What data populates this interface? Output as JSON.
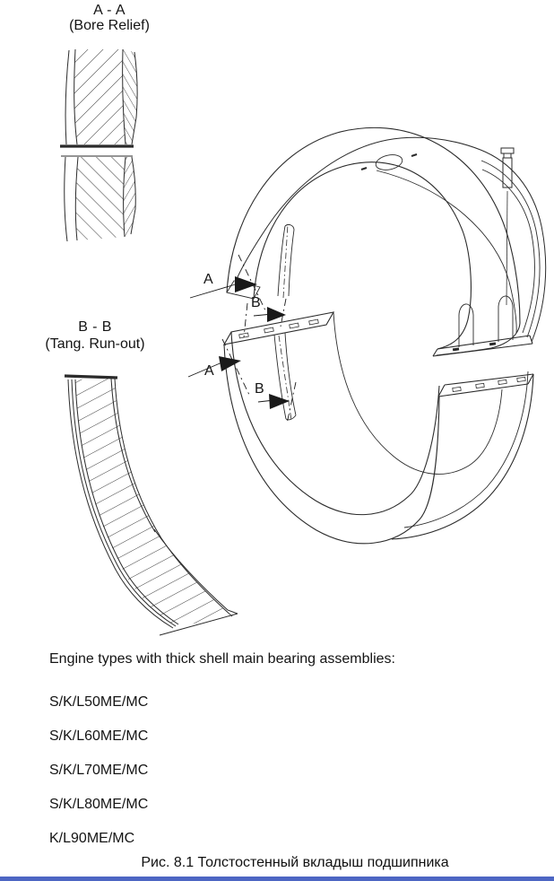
{
  "figure": {
    "sections": {
      "aa": {
        "title": "A - A",
        "subtitle": "(Bore Relief)"
      },
      "bb": {
        "title": "B - B",
        "subtitle": "(Tang. Run-out)"
      }
    },
    "view_arrows": {
      "a_upper": "A",
      "b_upper": "B",
      "a_lower": "A",
      "b_lower": "B"
    }
  },
  "body_text": {
    "heading": "Engine types with thick shell main bearing assemblies:",
    "engine_types": [
      "S/K/L50ME/MC",
      "S/K/L60ME/MC",
      "S/K/L70ME/MC",
      "S/K/L80ME/MC",
      "K/L90ME/MC"
    ]
  },
  "caption": "Рис. 8.1 Толстостенный вкладыш подшипника",
  "colors": {
    "line": "#2b2b2b",
    "text": "#141414",
    "footer_bar": "#4d66c3",
    "background": "#ffffff"
  }
}
